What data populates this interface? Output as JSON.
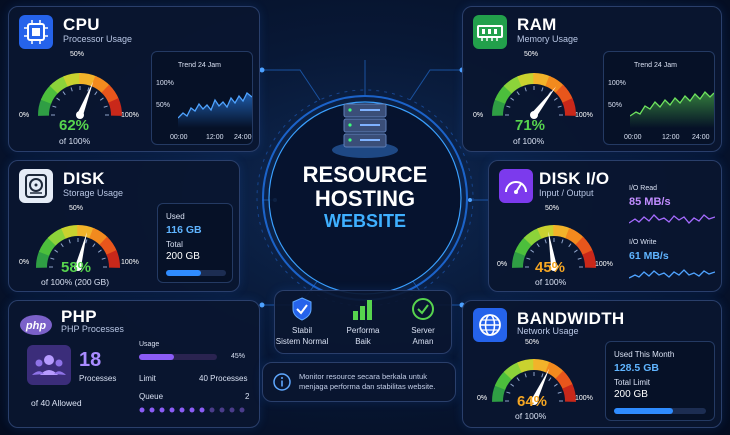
{
  "center": {
    "line1": "RESOURCE",
    "line2": "HOSTING",
    "line3": "WEBSITE"
  },
  "cpu": {
    "title": "CPU",
    "subtitle": "Processor Usage",
    "gauge_value": 0.62,
    "pct": "62%",
    "of": "of 100%",
    "lbl_min": "0%",
    "lbl_mid": "50%",
    "lbl_max": "100%",
    "trend_title": "Trend 24 Jam",
    "y_top": "100%",
    "y_mid": "50%",
    "x_labels": [
      "00:00",
      "12:00",
      "24:00"
    ]
  },
  "ram": {
    "title": "RAM",
    "subtitle": "Memory Usage",
    "gauge_value": 0.71,
    "pct": "71%",
    "of": "of 100%",
    "lbl_min": "0%",
    "lbl_mid": "50%",
    "lbl_max": "100%",
    "trend_title": "Trend 24 Jam",
    "y_top": "100%",
    "y_mid": "50%",
    "x_labels": [
      "00:00",
      "12:00",
      "24:00"
    ]
  },
  "disk": {
    "title": "DISK",
    "subtitle": "Storage Usage",
    "gauge_value": 0.58,
    "pct": "58%",
    "of": "of 100% (200 GB)",
    "lbl_min": "0%",
    "lbl_mid": "50%",
    "lbl_max": "100%",
    "used_label": "Used",
    "used_value": "116 GB",
    "total_label": "Total",
    "total_value": "200 GB",
    "bar_fraction": 0.58
  },
  "diskio": {
    "title": "DISK I/O",
    "subtitle": "Input / Output",
    "gauge_value": 0.45,
    "pct": "45%",
    "of": "of 100%",
    "lbl_min": "0%",
    "lbl_mid": "50%",
    "lbl_max": "100%",
    "read_label": "I/O Read",
    "read_value": "85 MB/s",
    "write_label": "I/O Write",
    "write_value": "61 MB/s"
  },
  "php": {
    "title": "PHP",
    "subtitle": "PHP Processes",
    "count": "18",
    "count_label": "Processes",
    "allowed": "of 40 Allowed",
    "usage_label": "Usage",
    "usage_pct": "45%",
    "usage_fraction": 0.45,
    "limit_label": "Limit",
    "limit_value": "40 Processes",
    "queue_label": "Queue",
    "queue_value": "2"
  },
  "bandwidth": {
    "title": "BANDWIDTH",
    "subtitle": "Network Usage",
    "gauge_value": 0.64,
    "pct": "64%",
    "of": "of 100%",
    "lbl_min": "0%",
    "lbl_mid": "50%",
    "lbl_max": "100%",
    "used_label": "Used This Month",
    "used_value": "128.5 GB",
    "total_label": "Total Limit",
    "total_value": "200 GB",
    "bar_fraction": 0.64
  },
  "status": {
    "items": [
      {
        "line1": "Stabil",
        "line2": "Sistem Normal"
      },
      {
        "line1": "Performa",
        "line2": "Baik"
      },
      {
        "line1": "Server",
        "line2": "Aman"
      }
    ],
    "info": "Monitor resource secara berkala untuk menjaga performa dan stabilitas website."
  },
  "colors": {
    "accent": "#2f8cff",
    "green": "#57d44e",
    "orange": "#f5a623",
    "purple": "#8b5cf6"
  }
}
